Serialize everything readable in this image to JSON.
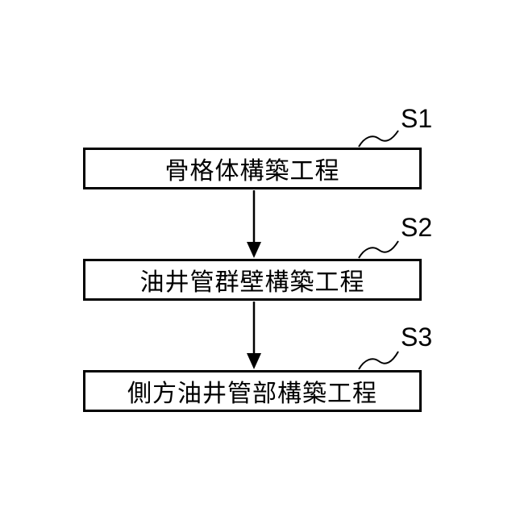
{
  "flowchart": {
    "steps": [
      {
        "code": "S1",
        "label": "骨格体構築工程"
      },
      {
        "code": "S2",
        "label": "油井管群壁構築工程"
      },
      {
        "code": "S3",
        "label": "側方油井管部構築工程"
      }
    ],
    "colors": {
      "line": "#000000",
      "background": "#ffffff"
    }
  }
}
